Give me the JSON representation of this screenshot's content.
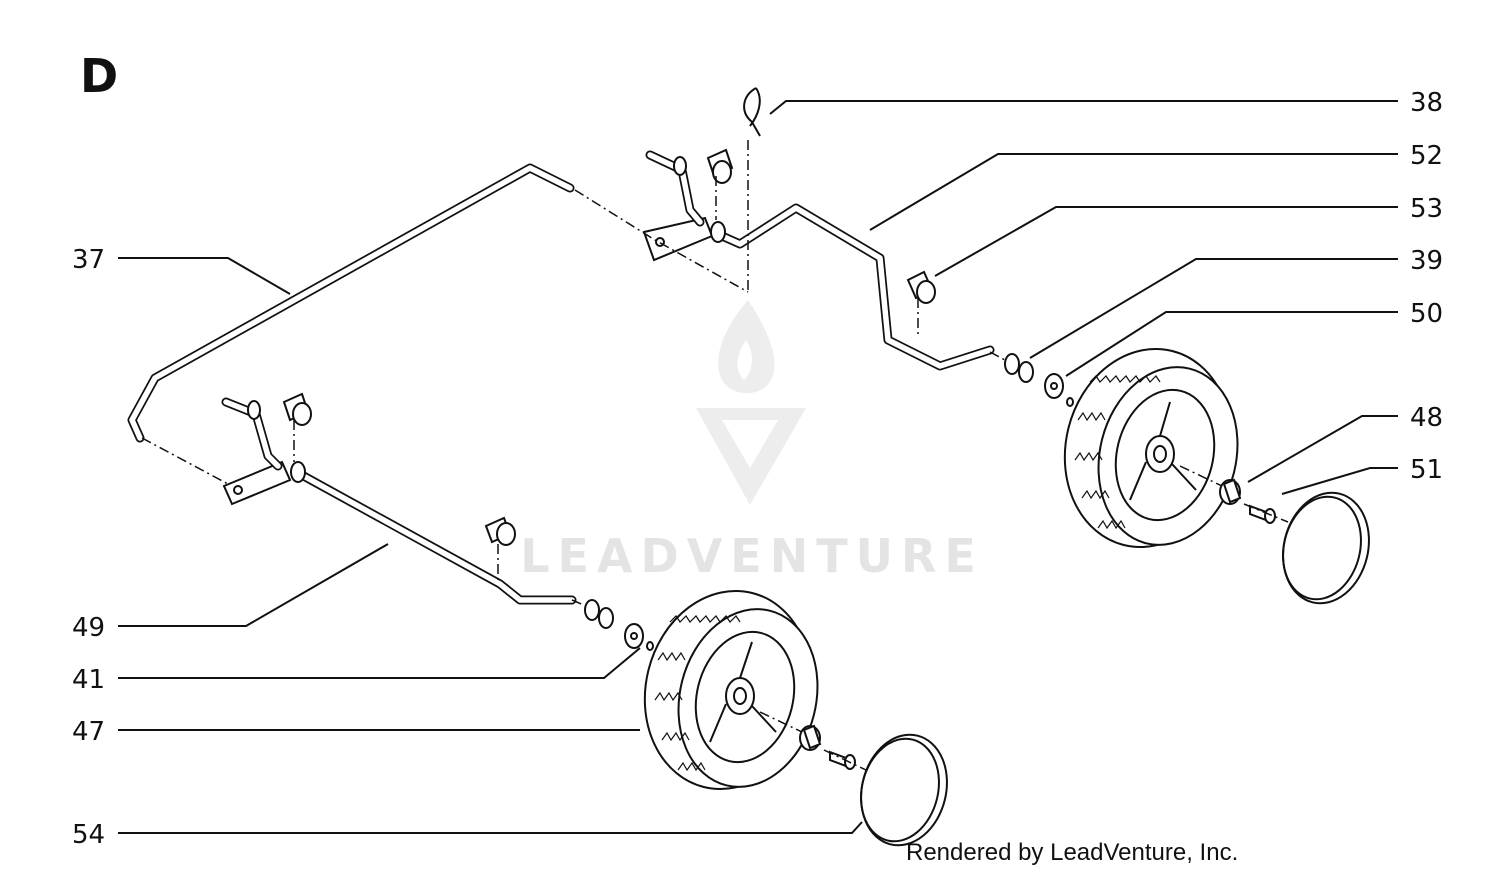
{
  "section": "D",
  "credit": "Rendered by LeadVenture, Inc.",
  "watermark": "LEADVENTURE",
  "callouts": {
    "right": [
      "38",
      "52",
      "53",
      "39",
      "50",
      "48",
      "51"
    ],
    "left": [
      "37",
      "49",
      "41",
      "47",
      "54"
    ]
  },
  "colors": {
    "ink": "#111111",
    "watermark": "#e4e4e4",
    "background": "#ffffff"
  },
  "icons": [
    "leadventure-logo-icon"
  ]
}
